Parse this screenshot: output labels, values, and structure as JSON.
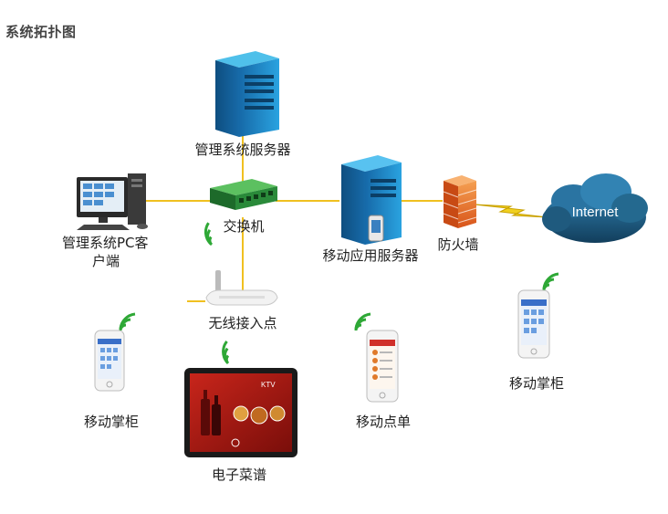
{
  "title": "系统拓扑图",
  "colors": {
    "link": "#f0c020",
    "wifi": "#2ea836",
    "server_blue": "#1e8fd0",
    "switch_green": "#2a8a3a",
    "firewall_orange": "#f07a2a",
    "cloud": "#1d5f86"
  },
  "nodes": {
    "mgmt_server": {
      "label": "管理系统服务器",
      "icon": "server-icon"
    },
    "switch": {
      "label": "交换机",
      "icon": "switch-icon"
    },
    "pc_client": {
      "label_line1": "管理系统PC客",
      "label_line2": "户端",
      "icon": "desktop-pc-icon"
    },
    "mobile_server": {
      "label": "移动应用服务器",
      "icon": "server-icon"
    },
    "firewall": {
      "label": "防火墙",
      "icon": "firewall-icon"
    },
    "internet": {
      "label": "Internet",
      "icon": "cloud-icon"
    },
    "wireless_ap": {
      "label": "无线接入点",
      "icon": "wifi-router-icon"
    },
    "mobile_cabinet_left": {
      "label": "移动掌柜",
      "icon": "smartphone-icon"
    },
    "mobile_order": {
      "label": "移动点单",
      "icon": "smartphone-icon"
    },
    "mobile_cabinet_right": {
      "label": "移动掌柜",
      "icon": "smartphone-icon"
    },
    "e_menu": {
      "label": "电子菜谱",
      "icon": "tablet-icon",
      "screen_brand": "KTV"
    }
  }
}
